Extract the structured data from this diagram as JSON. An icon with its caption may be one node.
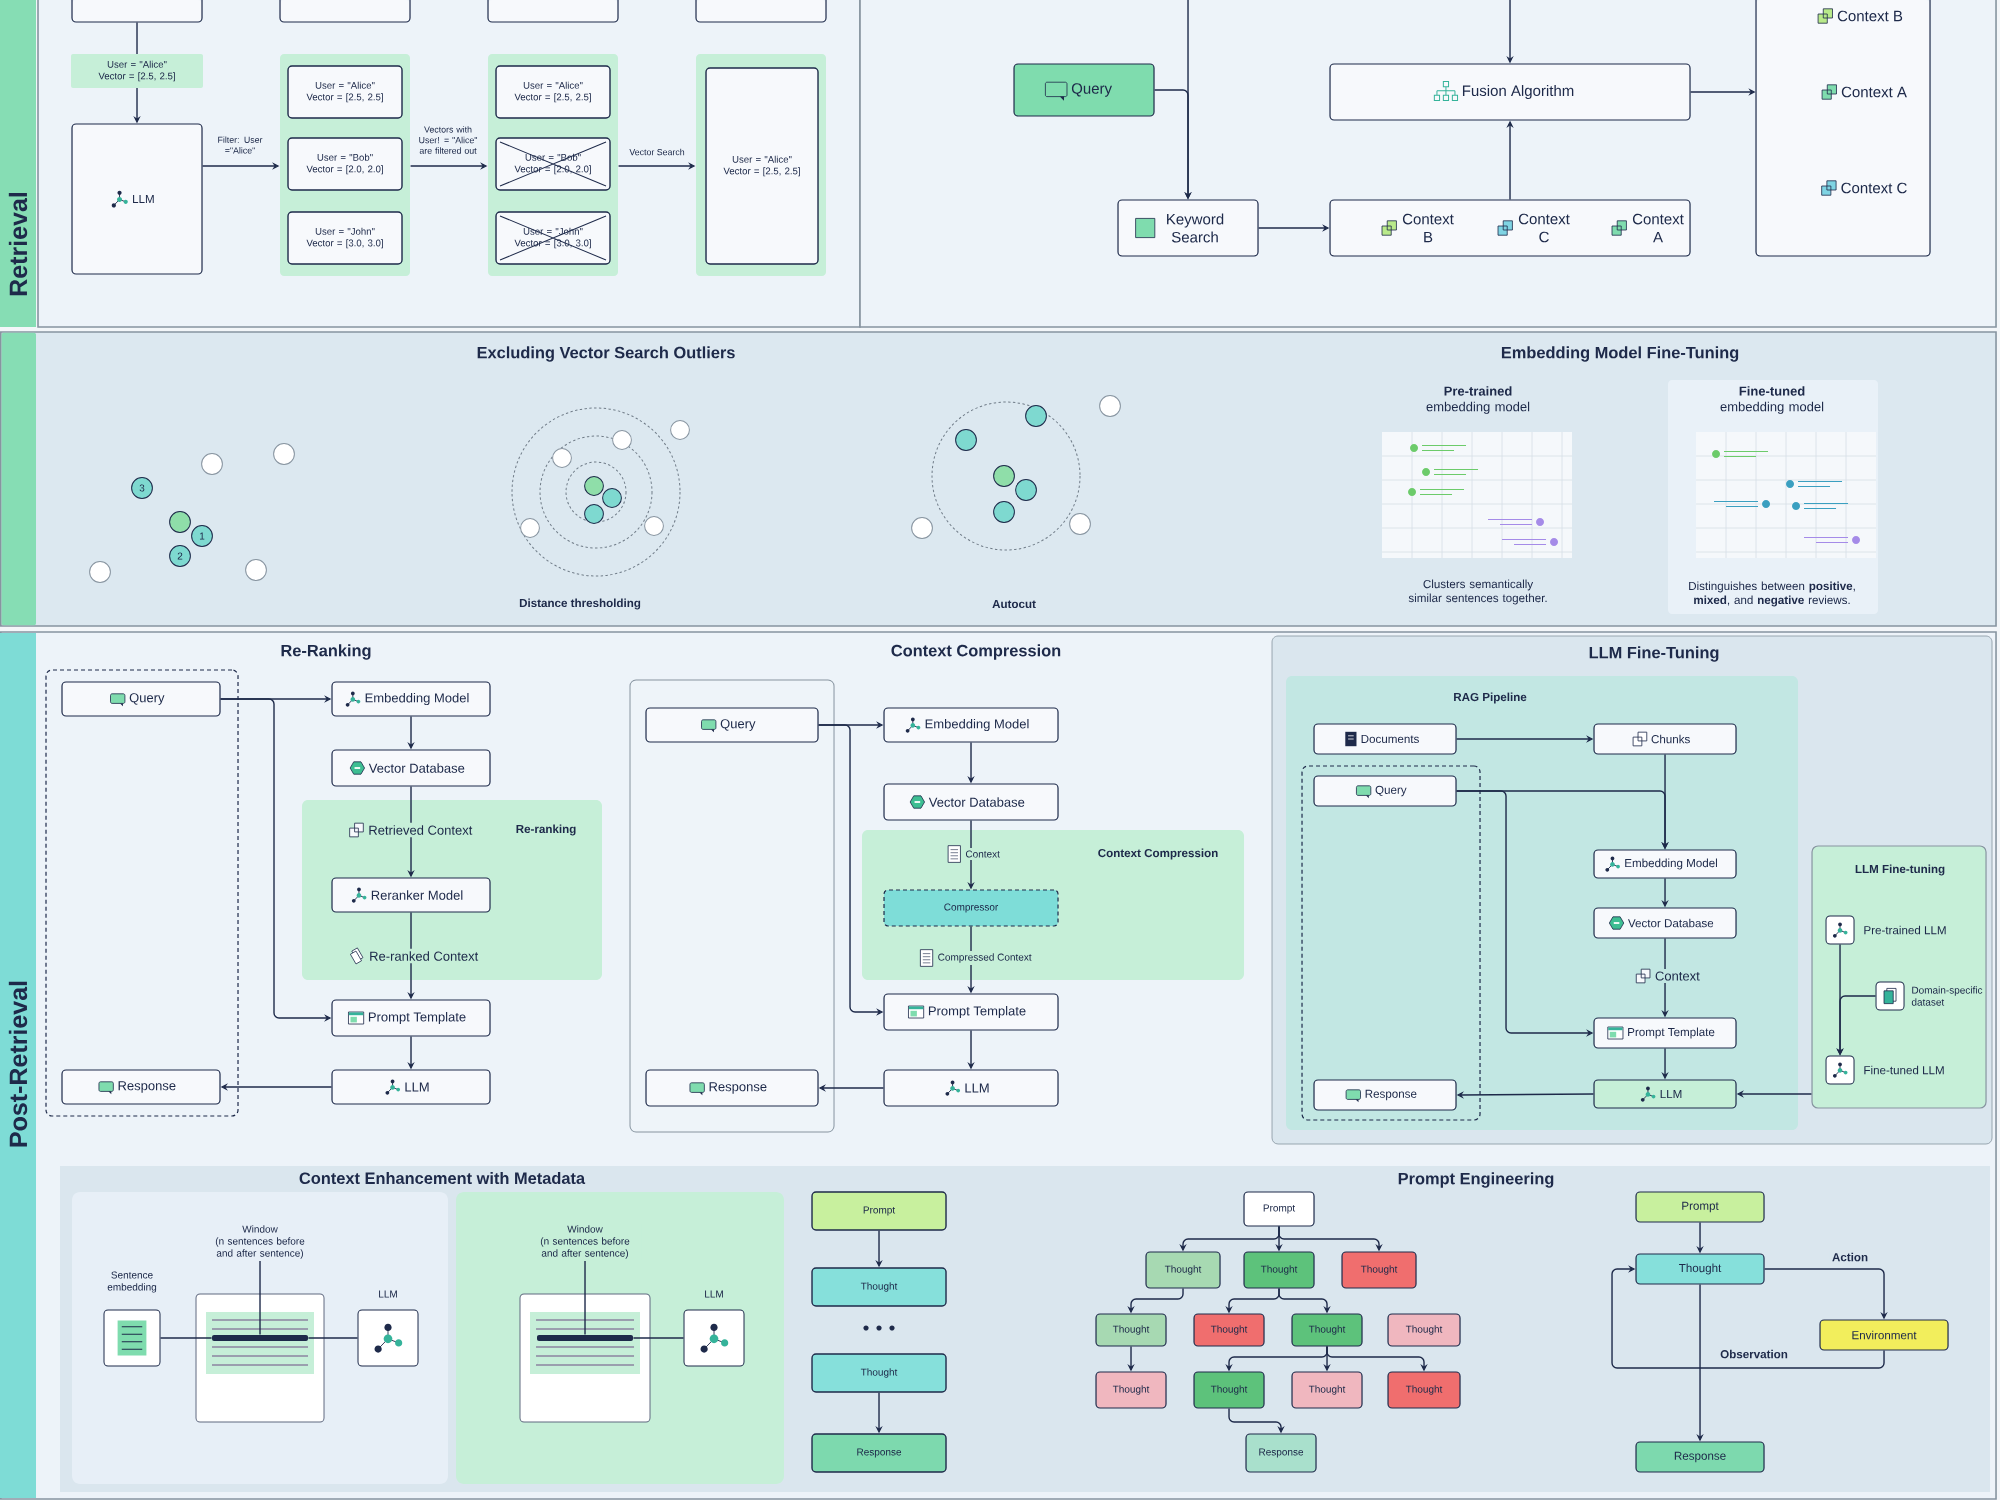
{
  "diagram": {
    "nodes": [
      {
        "text": [
          "Retrieval"
        ]
      },
      {
        "text": [],
        "shape": "box"
      },
      {
        "text": [],
        "shape": "box"
      },
      {
        "text": [],
        "shape": "box"
      },
      {
        "text": [],
        "shape": "box"
      },
      {
        "text": [
          "LLM"
        ]
      },
      {
        "text": [],
        "shape": "box"
      },
      {
        "text": [
          "User = \"Alice\" Vector = [2.5, 2.5]"
        ],
        "in": 6
      },
      {
        "text": [
          "User = \"Bob\" Vector = [2.0, 2.0]"
        ],
        "in": 6
      },
      {
        "text": [
          "User = \"John\" Vector = [3.0, 3.0]"
        ],
        "in": 6
      },
      {
        "text": [],
        "shape": "box"
      },
      {
        "text": [
          "User = \"Alice\" Vector = [2.5, 2.5]"
        ],
        "in": 10
      },
      {
        "text": [
          "User = \"Bob\" Vector = [2.0, 2.0]"
        ],
        "in": 10
      },
      {
        "text": [
          "User = \"John\" Vector = [3.0, 3.0]"
        ],
        "in": 10
      },
      {
        "text": [],
        "shape": "box"
      },
      {
        "text": [
          "User = \"Alice\" Vector = [2.5, 2.5]"
        ],
        "in": 14
      },
      {
        "text": [
          "Query"
        ]
      },
      {
        "text": [
          "Keyword Search"
        ]
      },
      {
        "text": [
          "Fusion Algorithm"
        ]
      },
      {
        "text": [
          "Context B",
          "Context C",
          "Context A"
        ]
      },
      {
        "text": [
          "Context B",
          "Context A",
          "Context C"
        ]
      },
      {
        "text": [],
        "shape": "circle"
      },
      {
        "text": [
          "3"
        ]
      },
      {
        "text": [],
        "shape": "circle"
      },
      {
        "text": [
          "2"
        ]
      },
      {
        "text": [
          "1"
        ]
      },
      {
        "text": [],
        "shape": "circle"
      },
      {
        "text": [],
        "shape": "circle"
      },
      {
        "text": [],
        "shape": "circle"
      },
      {
        "text": [],
        "shape": "circle"
      },
      {
        "text": [],
        "shape": "circle"
      },
      {
        "text": [],
        "shape": "circle"
      },
      {
        "text": [],
        "shape": "circle"
      },
      {
        "text": [],
        "shape": "circle"
      },
      {
        "text": [],
        "shape": "circle"
      },
      {
        "text": [],
        "shape": "circle"
      },
      {
        "text": [],
        "shape": "circle"
      },
      {
        "text": [],
        "shape": "circle"
      },
      {
        "text": [],
        "shape": "circle"
      },
      {
        "text": [],
        "shape": "circle"
      },
      {
        "text": [],
        "shape": "circle"
      },
      {
        "text": [],
        "shape": "circle"
      },
      {
        "text": [],
        "shape": "circle"
      },
      {
        "text": [],
        "shape": "circle"
      },
      {
        "text": [],
        "shape": "circle"
      },
      {
        "text": [
          "**Fine-tuned** embedding model",
          "Distinguishes between **positive**, **mixed**, and **negative** reviews."
        ]
      },
      {
        "text": [
          "Post-Retrieval"
        ]
      },
      {
        "text": [],
        "shape": "box"
      },
      {
        "text": [
          "Query"
        ],
        "in": 47
      },
      {
        "text": [
          "Response"
        ],
        "in": 47
      },
      {
        "text": [
          "Embedding Model"
        ]
      },
      {
        "text": [
          "Vector Database"
        ]
      },
      {
        "text": [
          "Re-ranking"
        ]
      },
      {
        "text": [
          "Retrieved Context"
        ],
        "in": 52
      },
      {
        "text": [
          "Reranker Model"
        ],
        "in": 52
      },
      {
        "text": [
          "Re-ranked Context"
        ],
        "in": 52
      },
      {
        "text": [
          "Prompt Template"
        ]
      },
      {
        "text": [
          "LLM"
        ]
      },
      {
        "text": [],
        "shape": "box"
      },
      {
        "text": [
          "Query"
        ],
        "in": 58
      },
      {
        "text": [
          "Response"
        ],
        "in": 58
      },
      {
        "text": [
          "Embedding Model"
        ]
      },
      {
        "text": [
          "Vector Database"
        ]
      },
      {
        "text": [
          "Context Compression"
        ]
      },
      {
        "text": [
          "Context"
        ],
        "in": 63
      },
      {
        "text": [
          "Compressor"
        ],
        "in": 63
      },
      {
        "text": [
          "Compressed Context"
        ],
        "in": 63
      },
      {
        "text": [
          "Prompt Template"
        ]
      },
      {
        "text": [
          "LLM"
        ]
      },
      {
        "text": [
          "LLM Fine-Tuning"
        ]
      },
      {
        "text": [
          "RAG Pipeline"
        ],
        "in": 69
      },
      {
        "text": [
          "Documents"
        ],
        "in": 70
      },
      {
        "text": [
          "Chunks"
        ],
        "in": 70
      },
      {
        "text": [],
        "shape": "box",
        "in": 70
      },
      {
        "text": [
          "Query"
        ],
        "in": 73
      },
      {
        "text": [
          "Response"
        ],
        "in": 73
      },
      {
        "text": [
          "Embedding Model"
        ],
        "in": 70
      },
      {
        "text": [
          "Vector Database"
        ],
        "in": 70
      },
      {
        "text": [
          "Context"
        ],
        "in": 70
      },
      {
        "text": [
          "Prompt Template"
        ],
        "in": 70
      },
      {
        "text": [
          "LLM"
        ],
        "in": 70
      },
      {
        "text": [
          "LLM Fine-tuning"
        ],
        "in": 69
      },
      {
        "text": [],
        "shape": "box",
        "beside": [
          "Pre-trained LLM"
        ],
        "in": 81
      },
      {
        "text": [],
        "shape": "box",
        "beside": [
          "Domain-specific dataset"
        ],
        "in": 81
      },
      {
        "text": [],
        "shape": "box",
        "beside": [
          "Fine-tuned LLM"
        ],
        "in": 81
      },
      {
        "text": [],
        "shape": "box"
      },
      {
        "text": [],
        "shape": "box",
        "beside": [
          "Sentence embedding"
        ],
        "in": 85
      },
      {
        "text": [
          "Window",
          "(n sentences before and after sentence)"
        ],
        "in": 85
      },
      {
        "text": [],
        "shape": "box",
        "in": 85
      },
      {
        "text": [],
        "shape": "bar",
        "in": 88
      },
      {
        "text": [],
        "shape": "box",
        "beside": [
          "LLM"
        ],
        "in": 85
      },
      {
        "text": [],
        "shape": "box"
      },
      {
        "text": [
          "Window",
          "(n sentences before and after sentence)"
        ],
        "in": 91
      },
      {
        "text": [],
        "shape": "box",
        "in": 91
      },
      {
        "text": [],
        "shape": "bar",
        "in": 93
      },
      {
        "text": [],
        "shape": "box",
        "beside": [
          "LLM"
        ],
        "in": 91
      },
      {
        "text": [
          "Prompt"
        ]
      },
      {
        "text": [
          "Thought"
        ]
      },
      {
        "text": [
          "Thought"
        ]
      },
      {
        "text": [
          "Response"
        ]
      },
      {
        "text": [
          "Prompt"
        ]
      },
      {
        "text": [
          "Thought"
        ]
      },
      {
        "text": [
          "Thought"
        ]
      },
      {
        "text": [
          "Thought"
        ]
      },
      {
        "text": [
          "Thought"
        ]
      },
      {
        "text": [
          "Thought"
        ]
      },
      {
        "text": [
          "Thought"
        ]
      },
      {
        "text": [
          "Thought"
        ]
      },
      {
        "text": [
          "Thought"
        ]
      },
      {
        "text": [
          "Thought"
        ]
      },
      {
        "text": [
          "Thought"
        ]
      },
      {
        "text": [
          "Thought"
        ]
      },
      {
        "text": [
          "Response"
        ]
      },
      {
        "text": [
          "Prompt"
        ]
      },
      {
        "text": [
          "Thought"
        ]
      },
      {
        "text": [
          "Environment"
        ]
      },
      {
        "text": [
          "Response"
        ]
      },
      {
        "text": [],
        "shape": "bar"
      }
    ],
    "edges": [
      {
        "from": 1,
        "to": 5,
        "arrow": "to",
        "label": "User = \"Alice\" Vector = [2.5, 2.5]"
      },
      {
        "from": 5,
        "to": 6,
        "arrow": "to",
        "label": "Filter: User =\"Alice\""
      },
      {
        "from": 6,
        "to": 10,
        "arrow": "to",
        "label": "Vectors with User! = \"Alice\" are filtered out"
      },
      {
        "from": 10,
        "to": 14,
        "arrow": "to",
        "label": "Vector Search"
      },
      {
        "from": null,
        "to": 17,
        "arrow": "to"
      },
      {
        "from": 16,
        "to": 17,
        "arrow": "to"
      },
      {
        "from": null,
        "to": 18,
        "arrow": "to"
      },
      {
        "from": 17,
        "to": 19,
        "arrow": "to"
      },
      {
        "from": 19,
        "to": 18,
        "arrow": "to"
      },
      {
        "from": 18,
        "to": 20,
        "arrow": "to"
      },
      {
        "from": 48,
        "to": 50,
        "arrow": "to"
      },
      {
        "from": 48,
        "to": 56,
        "arrow": "to"
      },
      {
        "from": 50,
        "to": 51,
        "arrow": "to"
      },
      {
        "from": 51,
        "to": 53,
        "arrow": "none"
      },
      {
        "from": 53,
        "to": 54,
        "arrow": "to"
      },
      {
        "from": 54,
        "to": 55,
        "arrow": "none"
      },
      {
        "from": 55,
        "to": 56,
        "arrow": "to"
      },
      {
        "from": 56,
        "to": 57,
        "arrow": "to"
      },
      {
        "from": 57,
        "to": 49,
        "arrow": "to"
      },
      {
        "from": 59,
        "to": 61,
        "arrow": "to"
      },
      {
        "from": 59,
        "to": 67,
        "arrow": "to"
      },
      {
        "from": 61,
        "to": 62,
        "arrow": "to"
      },
      {
        "from": 62,
        "to": 64,
        "arrow": "none"
      },
      {
        "from": 64,
        "to": 65,
        "arrow": "to"
      },
      {
        "from": 65,
        "to": 66,
        "arrow": "none"
      },
      {
        "from": 66,
        "to": 67,
        "arrow": "to"
      },
      {
        "from": 67,
        "to": 68,
        "arrow": "to"
      },
      {
        "from": 68,
        "to": 60,
        "arrow": "to"
      },
      {
        "from": 71,
        "to": 72,
        "arrow": "to"
      },
      {
        "from": 72,
        "to": 76,
        "arrow": "to"
      },
      {
        "from": 74,
        "to": 76,
        "arrow": "to"
      },
      {
        "from": 74,
        "to": 79,
        "arrow": "to"
      },
      {
        "from": 76,
        "to": 77,
        "arrow": "to"
      },
      {
        "from": 77,
        "to": 78,
        "arrow": "none"
      },
      {
        "from": 78,
        "to": 79,
        "arrow": "to"
      },
      {
        "from": 79,
        "to": 80,
        "arrow": "to"
      },
      {
        "from": 80,
        "to": 75,
        "arrow": "to"
      },
      {
        "from": 81,
        "to": 80,
        "arrow": "to"
      },
      {
        "from": 82,
        "to": 84,
        "arrow": "to"
      },
      {
        "from": 83,
        "to": 84,
        "arrow": "to"
      },
      {
        "from": 86,
        "to": 89,
        "arrow": "none"
      },
      {
        "from": 89,
        "to": 90,
        "arrow": "none"
      },
      {
        "from": 87,
        "to": 89,
        "arrow": "none"
      },
      {
        "from": 94,
        "to": 95,
        "arrow": "none"
      },
      {
        "from": 92,
        "to": 94,
        "arrow": "none"
      },
      {
        "from": 96,
        "to": 97,
        "arrow": "to"
      },
      {
        "from": 98,
        "to": 99,
        "arrow": "to"
      },
      {
        "from": 100,
        "to": 101,
        "arrow": "to"
      },
      {
        "from": 100,
        "to": 102,
        "arrow": "to"
      },
      {
        "from": 100,
        "to": 103,
        "arrow": "to"
      },
      {
        "from": 101,
        "to": 104,
        "arrow": "to"
      },
      {
        "from": 102,
        "to": 105,
        "arrow": "to"
      },
      {
        "from": 102,
        "to": 106,
        "arrow": "to"
      },
      {
        "from": 104,
        "to": 108,
        "arrow": "to"
      },
      {
        "from": 106,
        "to": 109,
        "arrow": "to"
      },
      {
        "from": 106,
        "to": 110,
        "arrow": "to"
      },
      {
        "from": 106,
        "to": 111,
        "arrow": "to"
      },
      {
        "from": 109,
        "to": 112,
        "arrow": "to"
      },
      {
        "from": 113,
        "to": 114,
        "arrow": "to"
      },
      {
        "from": 114,
        "to": 115,
        "arrow": "to",
        "label": "Action"
      },
      {
        "from": 115,
        "to": 114,
        "arrow": "to",
        "label": "Observation"
      },
      {
        "from": 114,
        "to": 116,
        "arrow": "to"
      }
    ],
    "labels": [
      "Excluding Vector Search Outliers",
      "Embedding Model Fine-Tuning",
      "**Pre-trained** embedding model",
      "Distance thresholding",
      "Autocut",
      "Clusters semantically similar sentences together.",
      "Re-Ranking",
      "Context Compression",
      "Context Enhancement with Metadata",
      "Prompt Engineering"
    ]
  }
}
